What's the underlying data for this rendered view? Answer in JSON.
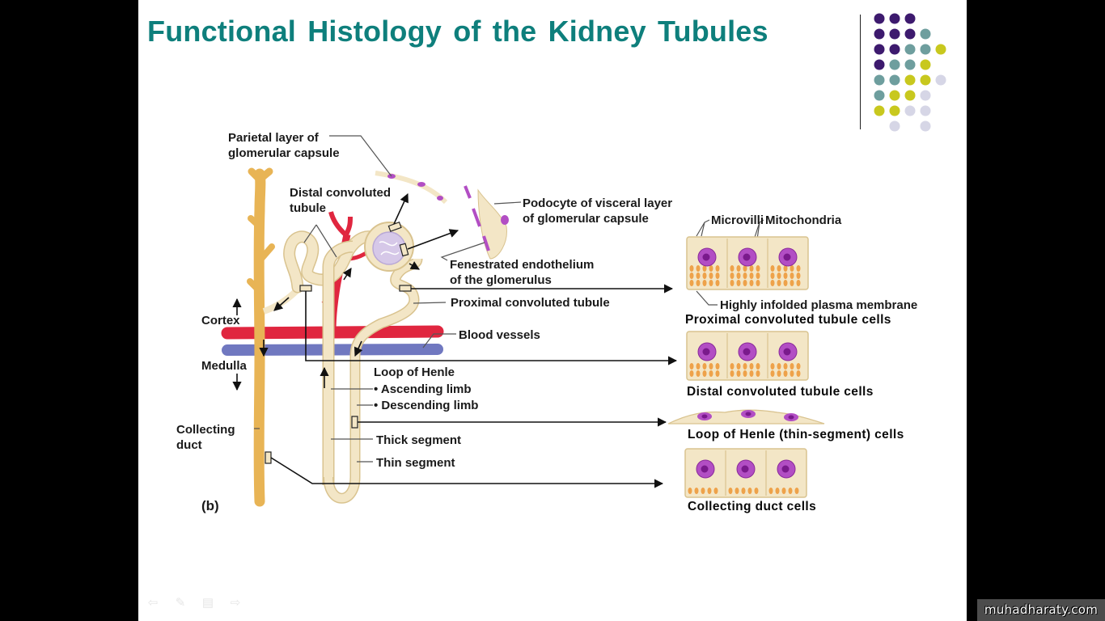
{
  "slide": {
    "title": "Functional Histology of the Kidney Tubules",
    "decoration": {
      "dot_colors": {
        "purple": "#3d1a6e",
        "teal": "#6e9e9e",
        "yellow": "#c8c81e",
        "lavender": "#d6d6e6"
      },
      "dot_rows": [
        [
          "purple",
          "purple",
          "purple"
        ],
        [
          "purple",
          "purple",
          "purple",
          "teal"
        ],
        [
          "purple",
          "purple",
          "teal",
          "teal",
          "yellow"
        ],
        [
          "purple",
          "teal",
          "teal",
          "yellow"
        ],
        [
          "teal",
          "teal",
          "yellow",
          "yellow",
          "lavender"
        ],
        [
          "teal",
          "yellow",
          "yellow",
          "lavender"
        ],
        [
          "yellow",
          "yellow",
          "lavender",
          "lavender"
        ],
        [
          "",
          "lavender",
          "",
          "lavender"
        ]
      ]
    }
  },
  "diagram": {
    "panel_label": "(b)",
    "labels": {
      "parietal_1": "Parietal layer of",
      "parietal_2": "glomerular capsule",
      "distal_1": "Distal convoluted",
      "distal_2": "tubule",
      "podocyte_1": "Podocyte of visceral layer",
      "podocyte_2": "of glomerular capsule",
      "fenestrated_1": "Fenestrated endothelium",
      "fenestrated_2": "of the glomerulus",
      "proximal": "Proximal convoluted tubule",
      "blood_vessels": "Blood vessels",
      "cortex": "Cortex",
      "medulla": "Medulla",
      "loop": "Loop of Henle",
      "ascending": "• Ascending limb",
      "descending": "• Descending limb",
      "thick": "Thick segment",
      "thin": "Thin segment",
      "collecting_1": "Collecting",
      "collecting_2": "duct",
      "microvilli": "Microvilli",
      "mitochondria": "Mitochondria",
      "infolded": "Highly infolded plasma membrane"
    },
    "cell_captions": {
      "proximal": "Proximal convoluted tubule cells",
      "distal": "Distal convoluted tubule cells",
      "henle": "Loop of Henle (thin-segment) cells",
      "collecting": "Collecting duct cells"
    },
    "colors": {
      "tubule": "#f3e6c6",
      "tubule_edge": "#d9c38f",
      "collecting_duct": "#e8b455",
      "artery": "#e0263f",
      "vein": "#7078c0",
      "glomerulus": "#d6c8e8",
      "nucleus": "#b24ec4",
      "nucleolus": "#7a1a8c",
      "mitochondria": "#eea24a"
    }
  },
  "controls": {
    "prev_icon": "⇦",
    "pen_icon": "✎",
    "menu_icon": "▤",
    "next_icon": "⇨"
  },
  "watermark": "muhadharaty.com"
}
